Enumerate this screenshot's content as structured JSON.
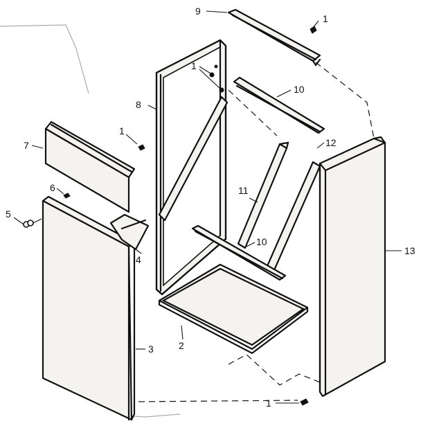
{
  "callouts": {
    "c1a": "1",
    "c1b": "1",
    "c1c": "1",
    "c1d": "1",
    "c2": "2",
    "c3": "3",
    "c4": "4",
    "c5": "5",
    "c6": "6",
    "c7": "7",
    "c8": "8",
    "c9": "9",
    "c10a": "10",
    "c10b": "10",
    "c11": "11",
    "c12": "12",
    "c13": "13"
  }
}
